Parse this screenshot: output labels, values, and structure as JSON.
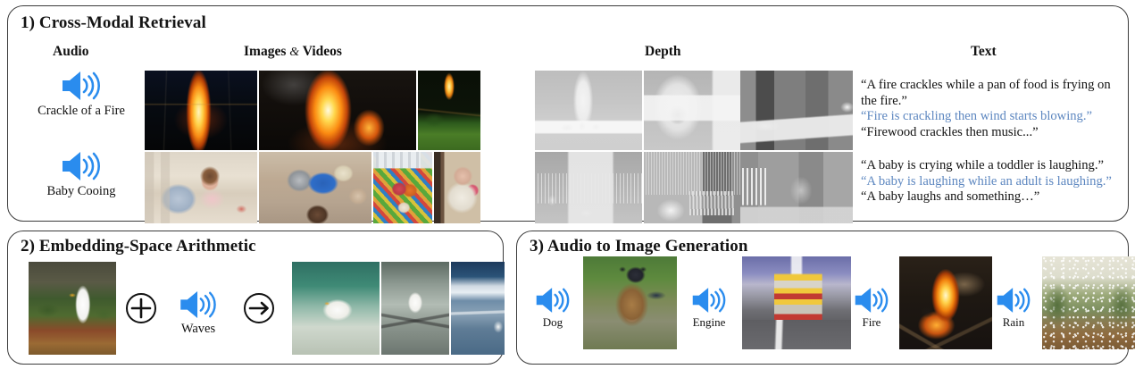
{
  "panels": [
    {
      "id": "cross-modal-retrieval",
      "title": "1) Cross-Modal Retrieval",
      "columns": {
        "audio": "Audio",
        "images_videos_prefix": "Images",
        "images_videos_amp": "&",
        "images_videos_suffix": "Videos",
        "depth": "Depth",
        "text": "Text"
      },
      "rows": [
        {
          "audio_label": "Crackle of a Fire",
          "audio_icon": "speaker-icon",
          "images": [
            "fire-night-pole",
            "bonfire-large",
            "fire-torch-grass"
          ],
          "depth": [
            "depth-fireplace-white",
            "depth-fireplace-lamp",
            "depth-dark-room-table"
          ],
          "texts": [
            {
              "value": "“A fire crackles while a pan of food is frying on the fire.”",
              "color": "black"
            },
            {
              "value": "“Fire is crackling then wind starts blowing.”",
              "color": "blue"
            },
            {
              "value": "“Firewood crackles then music...”",
              "color": "black"
            }
          ]
        },
        {
          "audio_label": "Baby Cooing",
          "audio_icon": "speaker-icon",
          "images": [
            "baby-sitting-pink",
            "babies-toys-couch",
            "babies-playmat",
            "baby-crib-doorway"
          ],
          "depth": [
            "depth-nursery-crib",
            "depth-canopy-basket",
            "depth-crib-dresser"
          ],
          "texts": [
            {
              "value": "“A baby is crying while a toddler is laughing.”",
              "color": "black"
            },
            {
              "value": "“A baby is laughing while an adult is laughing.”",
              "color": "blue"
            },
            {
              "value": "“A baby laughs and something…”",
              "color": "black"
            }
          ]
        }
      ]
    },
    {
      "id": "embedding-space-arithmetic",
      "title": "2) Embedding-Space Arithmetic",
      "input_image": "egret-in-grass",
      "plus_icon": "plus-circle-icon",
      "audio_icon": "speaker-icon",
      "audio_label": "Waves",
      "arrow_icon": "arrow-right-circle-icon",
      "result_images": [
        "egret-wading-teal-water",
        "egret-standing-shallow-water",
        "egret-on-beach-surf"
      ]
    },
    {
      "id": "audio-to-image-generation",
      "title": "3) Audio to Image Generation",
      "items": [
        {
          "audio_label": "Dog",
          "audio_icon": "speaker-icon",
          "image": "german-shepherd-grass"
        },
        {
          "audio_label": "Engine",
          "audio_icon": "speaker-icon",
          "image": "bus-on-road"
        },
        {
          "audio_label": "Fire",
          "audio_icon": "speaker-icon",
          "image": "campfire-embers"
        },
        {
          "audio_label": "Rain",
          "audio_icon": "speaker-icon",
          "image": "rain-on-forest-path"
        }
      ]
    }
  ],
  "colors": {
    "speaker_blue": "#2A8CEE",
    "highlight_text_blue": "#5D87C0",
    "panel_border": "#3B3B3B",
    "body_text": "#111111"
  }
}
